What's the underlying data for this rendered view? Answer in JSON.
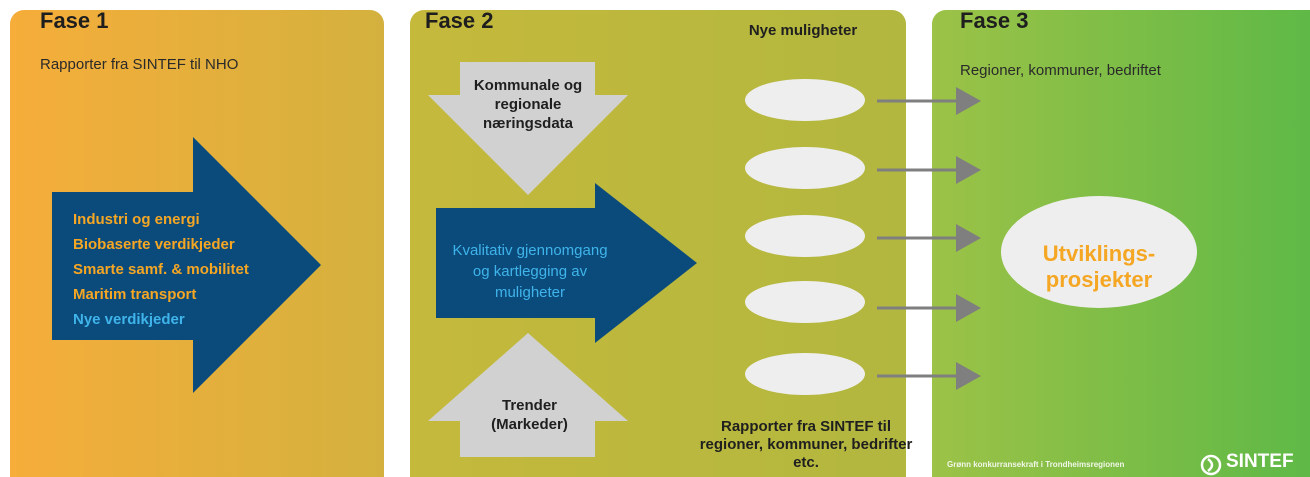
{
  "phase1": {
    "title": "Fase 1",
    "subtitle": "Rapporter fra SINTEF til NHO",
    "items": [
      "Industri og energi",
      "Biobaserte verdikjeder",
      "Smarte samf. & mobilitet",
      "Maritim transport",
      "Nye verdikjeder"
    ]
  },
  "phase2": {
    "title": "Fase 2",
    "new_possibilities": "Nye muligheter",
    "top_input": "Kommunale og regionale næringsdata",
    "center_arrow": "Kvalitativ gjennomgang og kartlegging av muligheter",
    "bottom_input": "Trender (Markeder)",
    "reports": "Rapporter fra SINTEF til regioner, kommuner, bedrifter etc."
  },
  "phase3": {
    "title": "Fase 3",
    "subtitle": "Regioner, kommuner, bedriftet",
    "development": "Utviklings-prosjekter"
  },
  "footer": {
    "caption": "Grønn konkurransekraft i Trondheimsregionen",
    "logo": "SINTEF"
  },
  "colors": {
    "navy": "#0b4b7c",
    "orange_text": "#f5a623",
    "light_blue_text": "#3fb4ea",
    "grey": "#d1d1d1",
    "arrow_grey": "#7f7f7f"
  }
}
